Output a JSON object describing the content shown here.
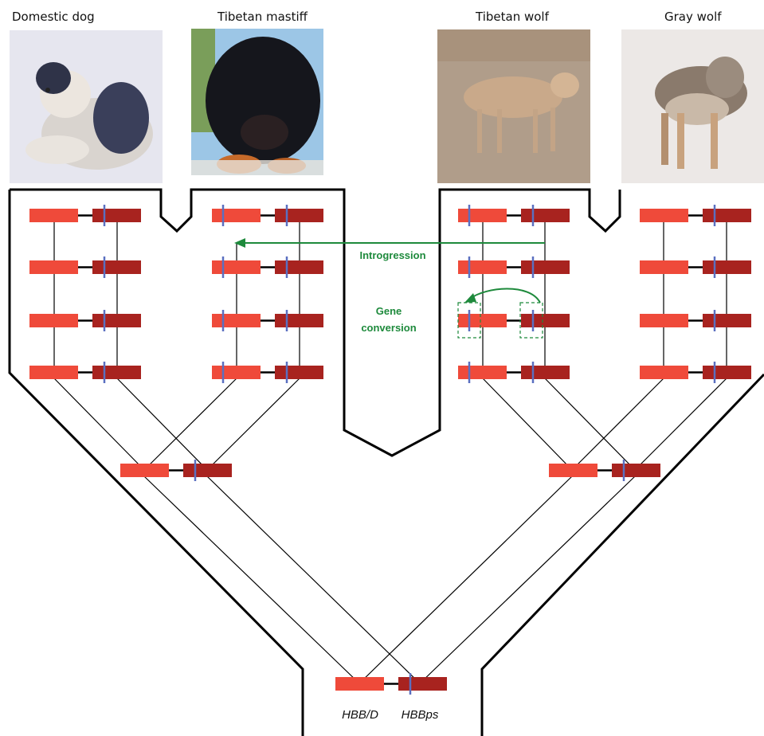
{
  "species": [
    {
      "name": "Domestic dog"
    },
    {
      "name": "Tibetan mastiff"
    },
    {
      "name": "Tibetan wolf"
    },
    {
      "name": "Gray wolf"
    }
  ],
  "annotations": {
    "introgression": "Introgression",
    "gene_conversion_1": "Gene",
    "gene_conversion_2": "conversion"
  },
  "genes": {
    "functional": "HBB/D",
    "pseudogene": "HBBps"
  },
  "colors": {
    "hbb_d": "#ef4a3a",
    "hbb_ps": "#a8231f",
    "marker": "#5a6fc0",
    "annotation": "#1e8a3c",
    "outline": "#000000"
  },
  "icons": {
    "photo_1": "domestic-dog-photo",
    "photo_2": "tibetan-mastiff-photo",
    "photo_3": "tibetan-wolf-photo",
    "photo_4": "gray-wolf-photo"
  }
}
